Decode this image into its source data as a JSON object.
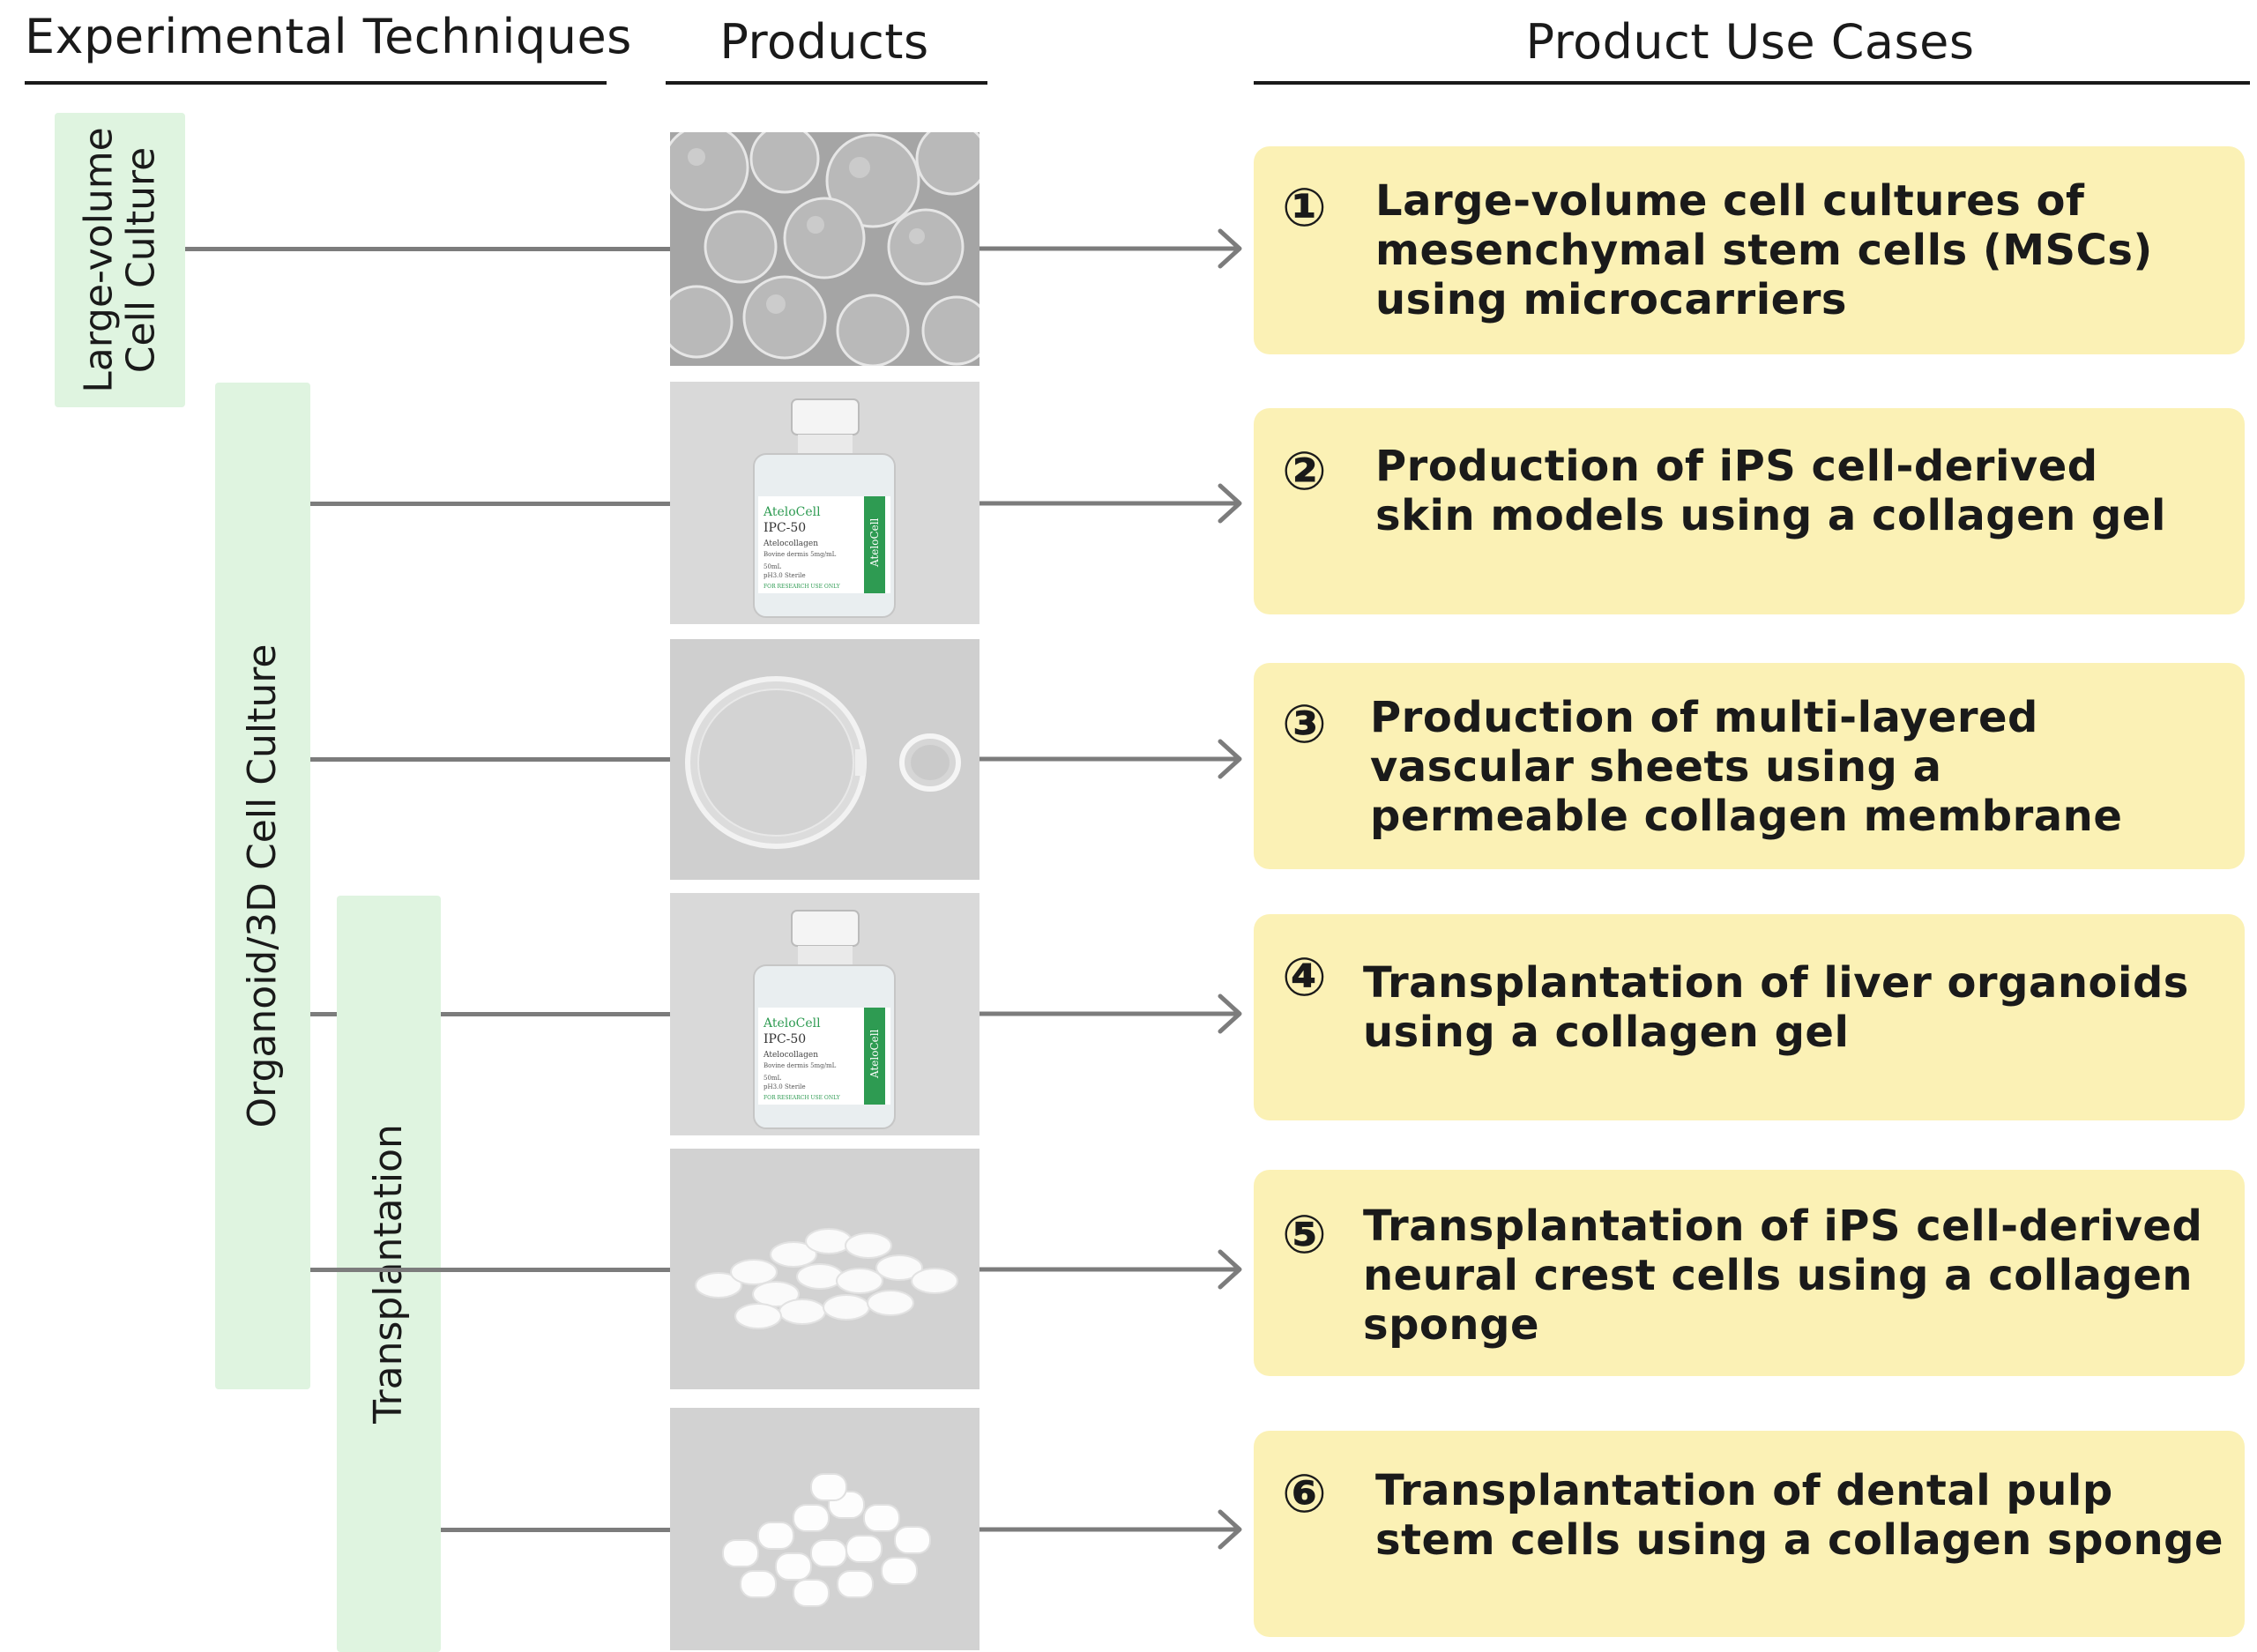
{
  "headers": {
    "techniques": "Experimental Techniques",
    "products": "Products",
    "use_cases": "Product Use Cases"
  },
  "techniques": [
    {
      "line1": "Large-volume",
      "line2": "Cell Culture"
    },
    {
      "line1": "Organoid/3D Cell Culture",
      "line2": ""
    },
    {
      "line1": "Transplantation",
      "line2": ""
    }
  ],
  "products": [
    {
      "icon": "microcarrier-beads-image"
    },
    {
      "icon": "collagen-gel-bottle-image",
      "brand": "AteloCell",
      "model": "IPC-50",
      "name": "Atelocollagen",
      "detail": "Bovine dermis 5mg/mL",
      "volume": "50mL",
      "ph": "pH3.0 Sterile",
      "note": "FOR RESEARCH USE ONLY",
      "side": "AteloCell"
    },
    {
      "icon": "collagen-membrane-dish-image"
    },
    {
      "icon": "collagen-gel-bottle-image",
      "brand": "AteloCell",
      "model": "IPC-50",
      "name": "Atelocollagen",
      "detail": "Bovine dermis 5mg/mL",
      "volume": "50mL",
      "ph": "pH3.0 Sterile",
      "note": "FOR RESEARCH USE ONLY",
      "side": "AteloCell"
    },
    {
      "icon": "collagen-sponge-discs-image"
    },
    {
      "icon": "collagen-sponge-cylinders-image"
    }
  ],
  "use_cases": [
    {
      "number": "①",
      "lines": [
        "Large-volume cell cultures of",
        "mesenchymal stem cells (MSCs)",
        "using microcarriers"
      ]
    },
    {
      "number": "②",
      "lines": [
        "Production of iPS cell-derived",
        "skin models using a collagen gel"
      ]
    },
    {
      "number": "③",
      "lines": [
        "Production of multi-layered",
        "vascular sheets using a",
        "permeable collagen membrane"
      ]
    },
    {
      "number": "④",
      "lines": [
        "Transplantation of liver organoids",
        "using a collagen gel"
      ]
    },
    {
      "number": "⑤",
      "lines": [
        "Transplantation of iPS cell-derived",
        "neural crest cells using a collagen",
        "sponge"
      ]
    },
    {
      "number": "⑥",
      "lines": [
        "Transplantation of dental pulp",
        "stem cells using a collagen sponge"
      ]
    }
  ],
  "colors": {
    "technique_box": "#dff4e0",
    "use_case_box": "#fbf1b5",
    "connector": "#7c7c7c",
    "text": "#1a1a1a"
  }
}
